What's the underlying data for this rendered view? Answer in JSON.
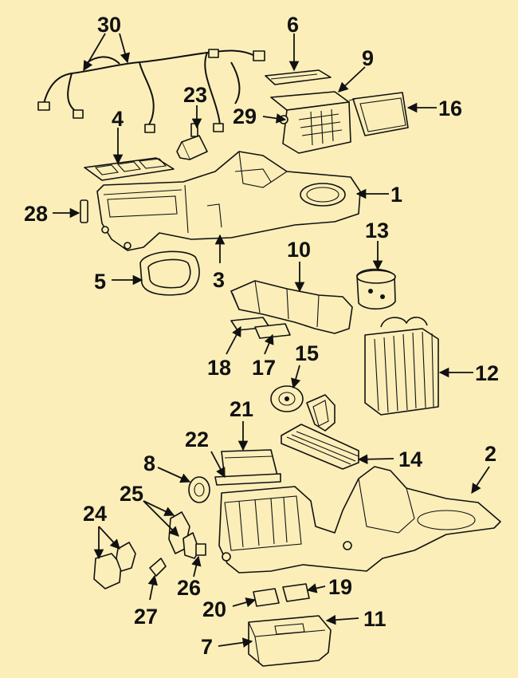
{
  "colors": {
    "background": "#fbeeb9",
    "ink": "#111111"
  },
  "callouts": {
    "p1": "1",
    "p2": "2",
    "p3": "3",
    "p4": "4",
    "p5": "5",
    "p6": "6",
    "p7": "7",
    "p8": "8",
    "p9": "9",
    "p10": "10",
    "p11": "11",
    "p12": "12",
    "p13": "13",
    "p14": "14",
    "p15": "15",
    "p16": "16",
    "p17": "17",
    "p18": "18",
    "p19": "19",
    "p20": "20",
    "p21": "21",
    "p22": "22",
    "p23": "23",
    "p24": "24",
    "p25": "25",
    "p26": "26",
    "p27": "27",
    "p28": "28",
    "p29": "29",
    "p30": "30"
  }
}
